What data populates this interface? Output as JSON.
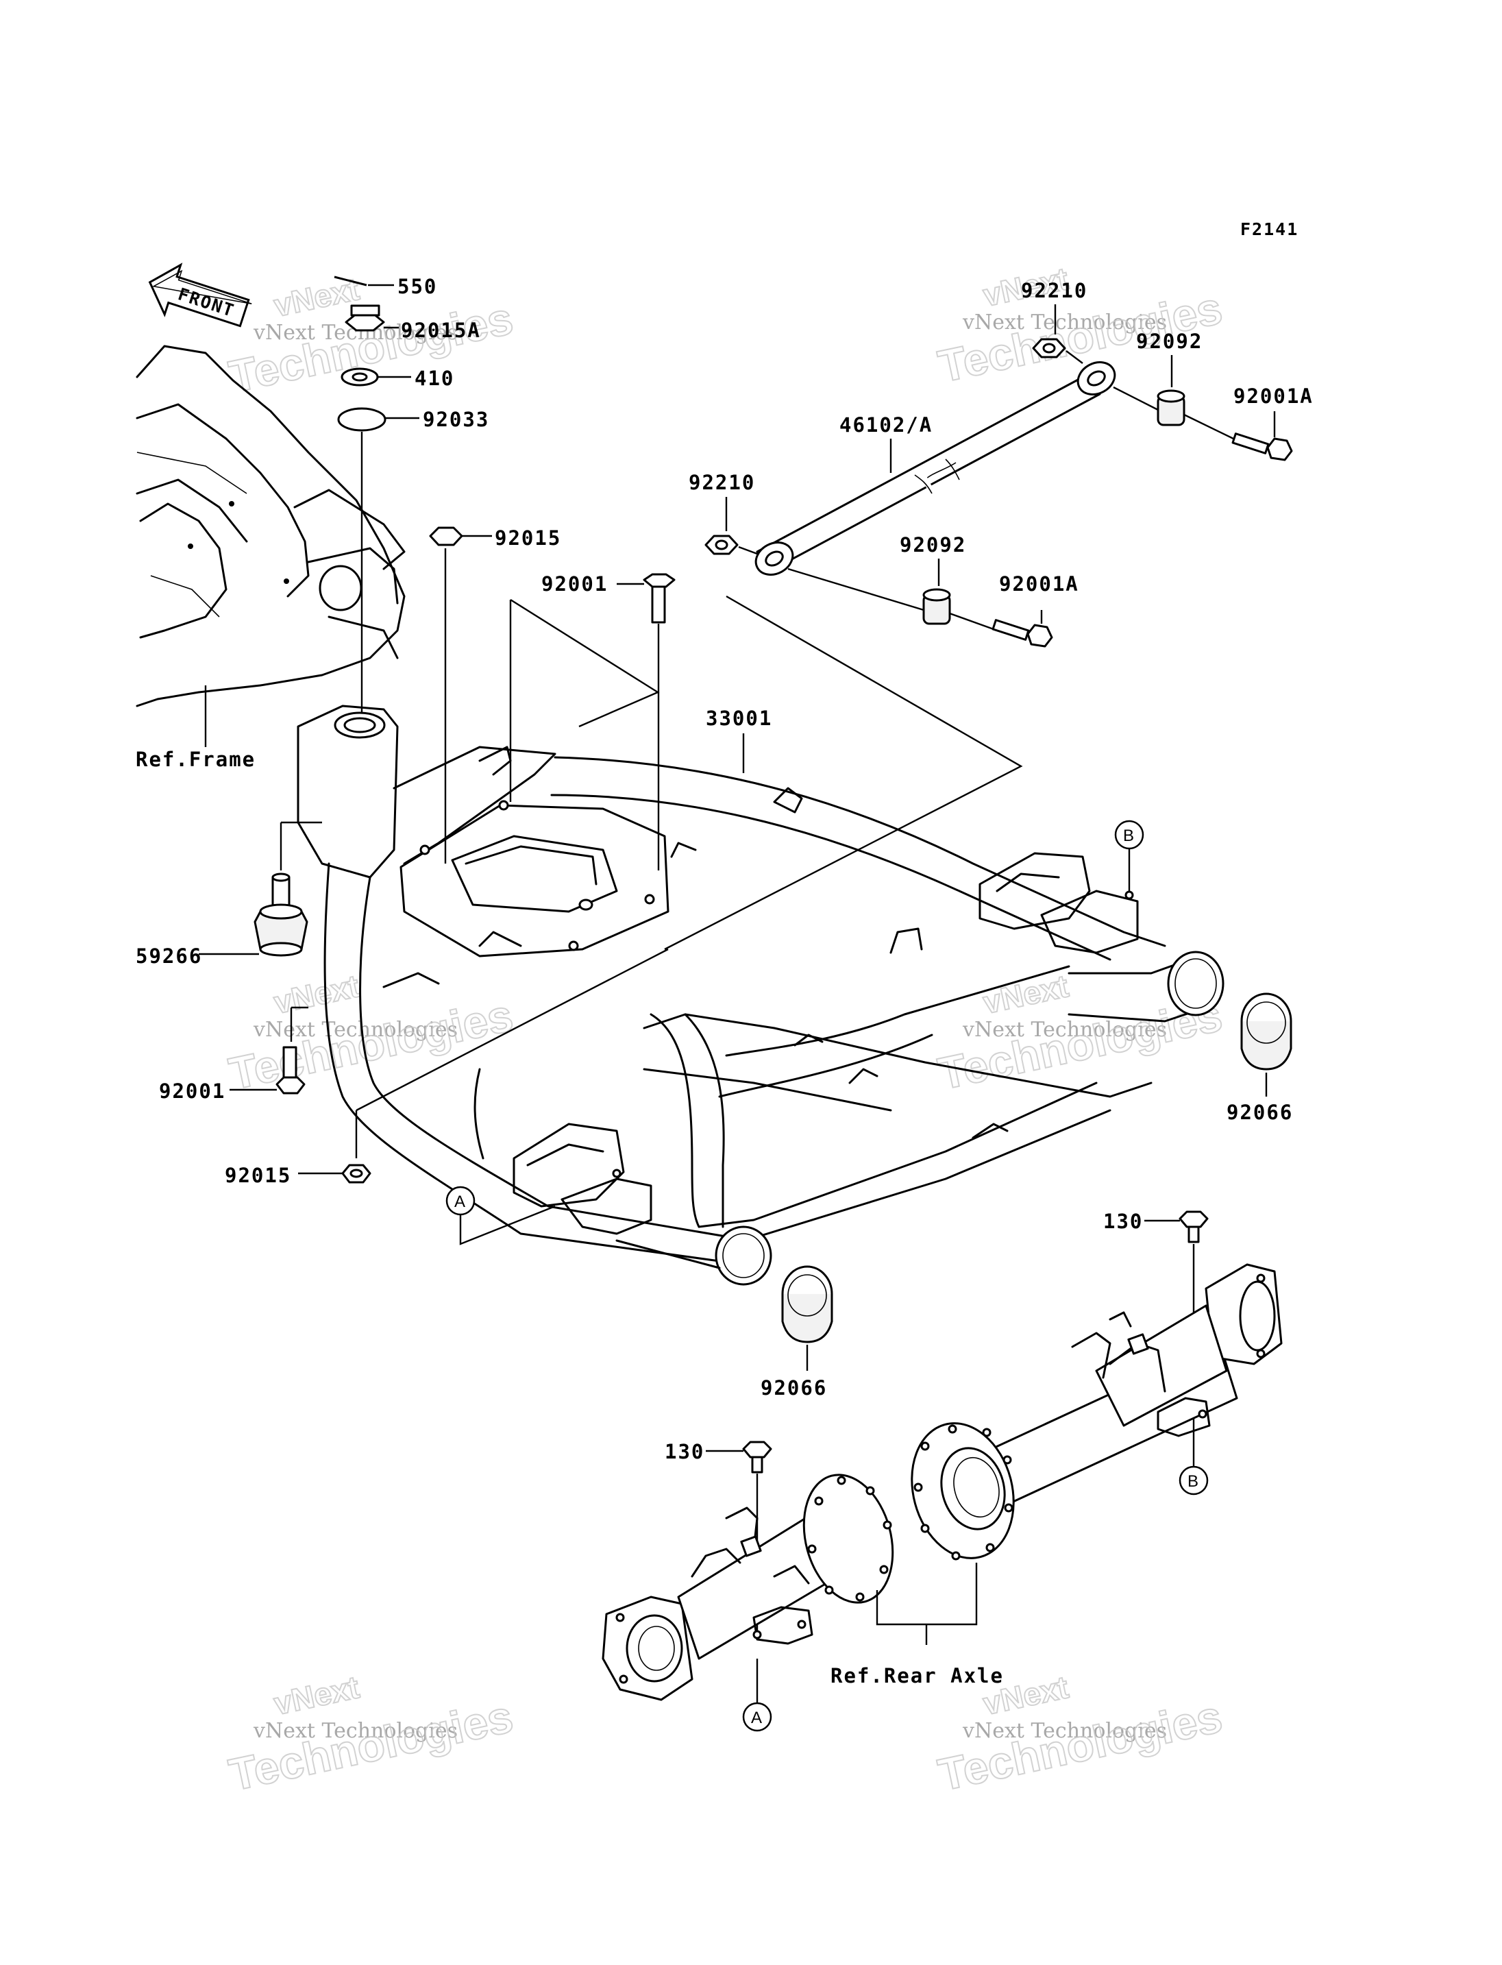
{
  "diagram": {
    "figure_code": "F2141",
    "front_label": "FRONT",
    "watermark_text": "vNext Technologies"
  },
  "labels": {
    "p550": "550",
    "p92015A": "92015A",
    "p410": "410",
    "p92033": "92033",
    "p92015_top": "92015",
    "p92001_top": "92001",
    "p92210_left": "92210",
    "p46102": "46102/A",
    "p92210_right": "92210",
    "p92092_right": "92092",
    "p92001A_right": "92001A",
    "p92092_left": "92092",
    "p92001A_left": "92001A",
    "ref_frame": "Ref.Frame",
    "p33001": "33001",
    "p59266": "59266",
    "p92001_bottom": "92001",
    "p92015_bottom": "92015",
    "p92066_right": "92066",
    "p92066_bottom": "92066",
    "p130_right": "130",
    "p130_left": "130",
    "ref_rear_axle": "Ref.Rear Axle"
  },
  "callouts": {
    "a_upper": "A",
    "a_lower": "A",
    "b_upper": "B",
    "b_lower": "B"
  }
}
